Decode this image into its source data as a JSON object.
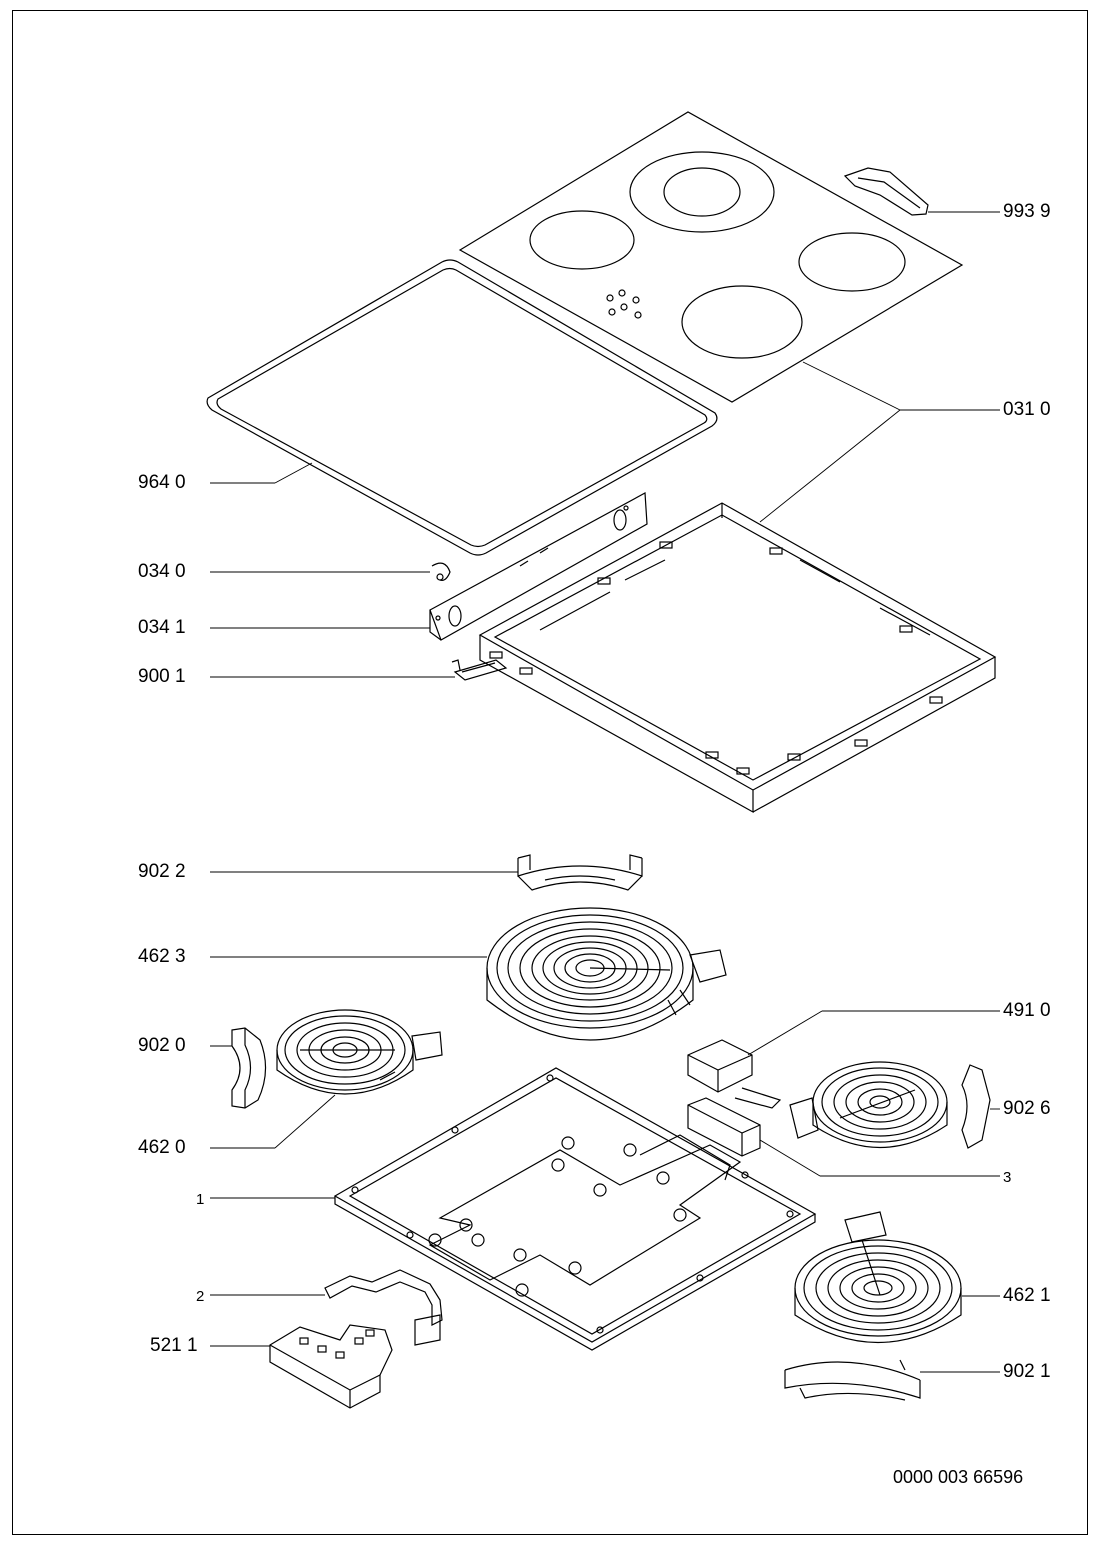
{
  "document_number": "0000 003 66596",
  "part_labels": {
    "p9939": "993 9",
    "p0310": "031 0",
    "p9640": "964 0",
    "p0340": "034 0",
    "p0341": "034 1",
    "p9001": "900 1",
    "p9022": "902 2",
    "p4623": "462 3",
    "p4910": "491 0",
    "p9020": "902 0",
    "p9026": "902 6",
    "p4620": "462 0",
    "p3": "3",
    "p1": "1",
    "p2": "2",
    "p4621": "462 1",
    "p5211": "521 1",
    "p9021": "902 1"
  }
}
